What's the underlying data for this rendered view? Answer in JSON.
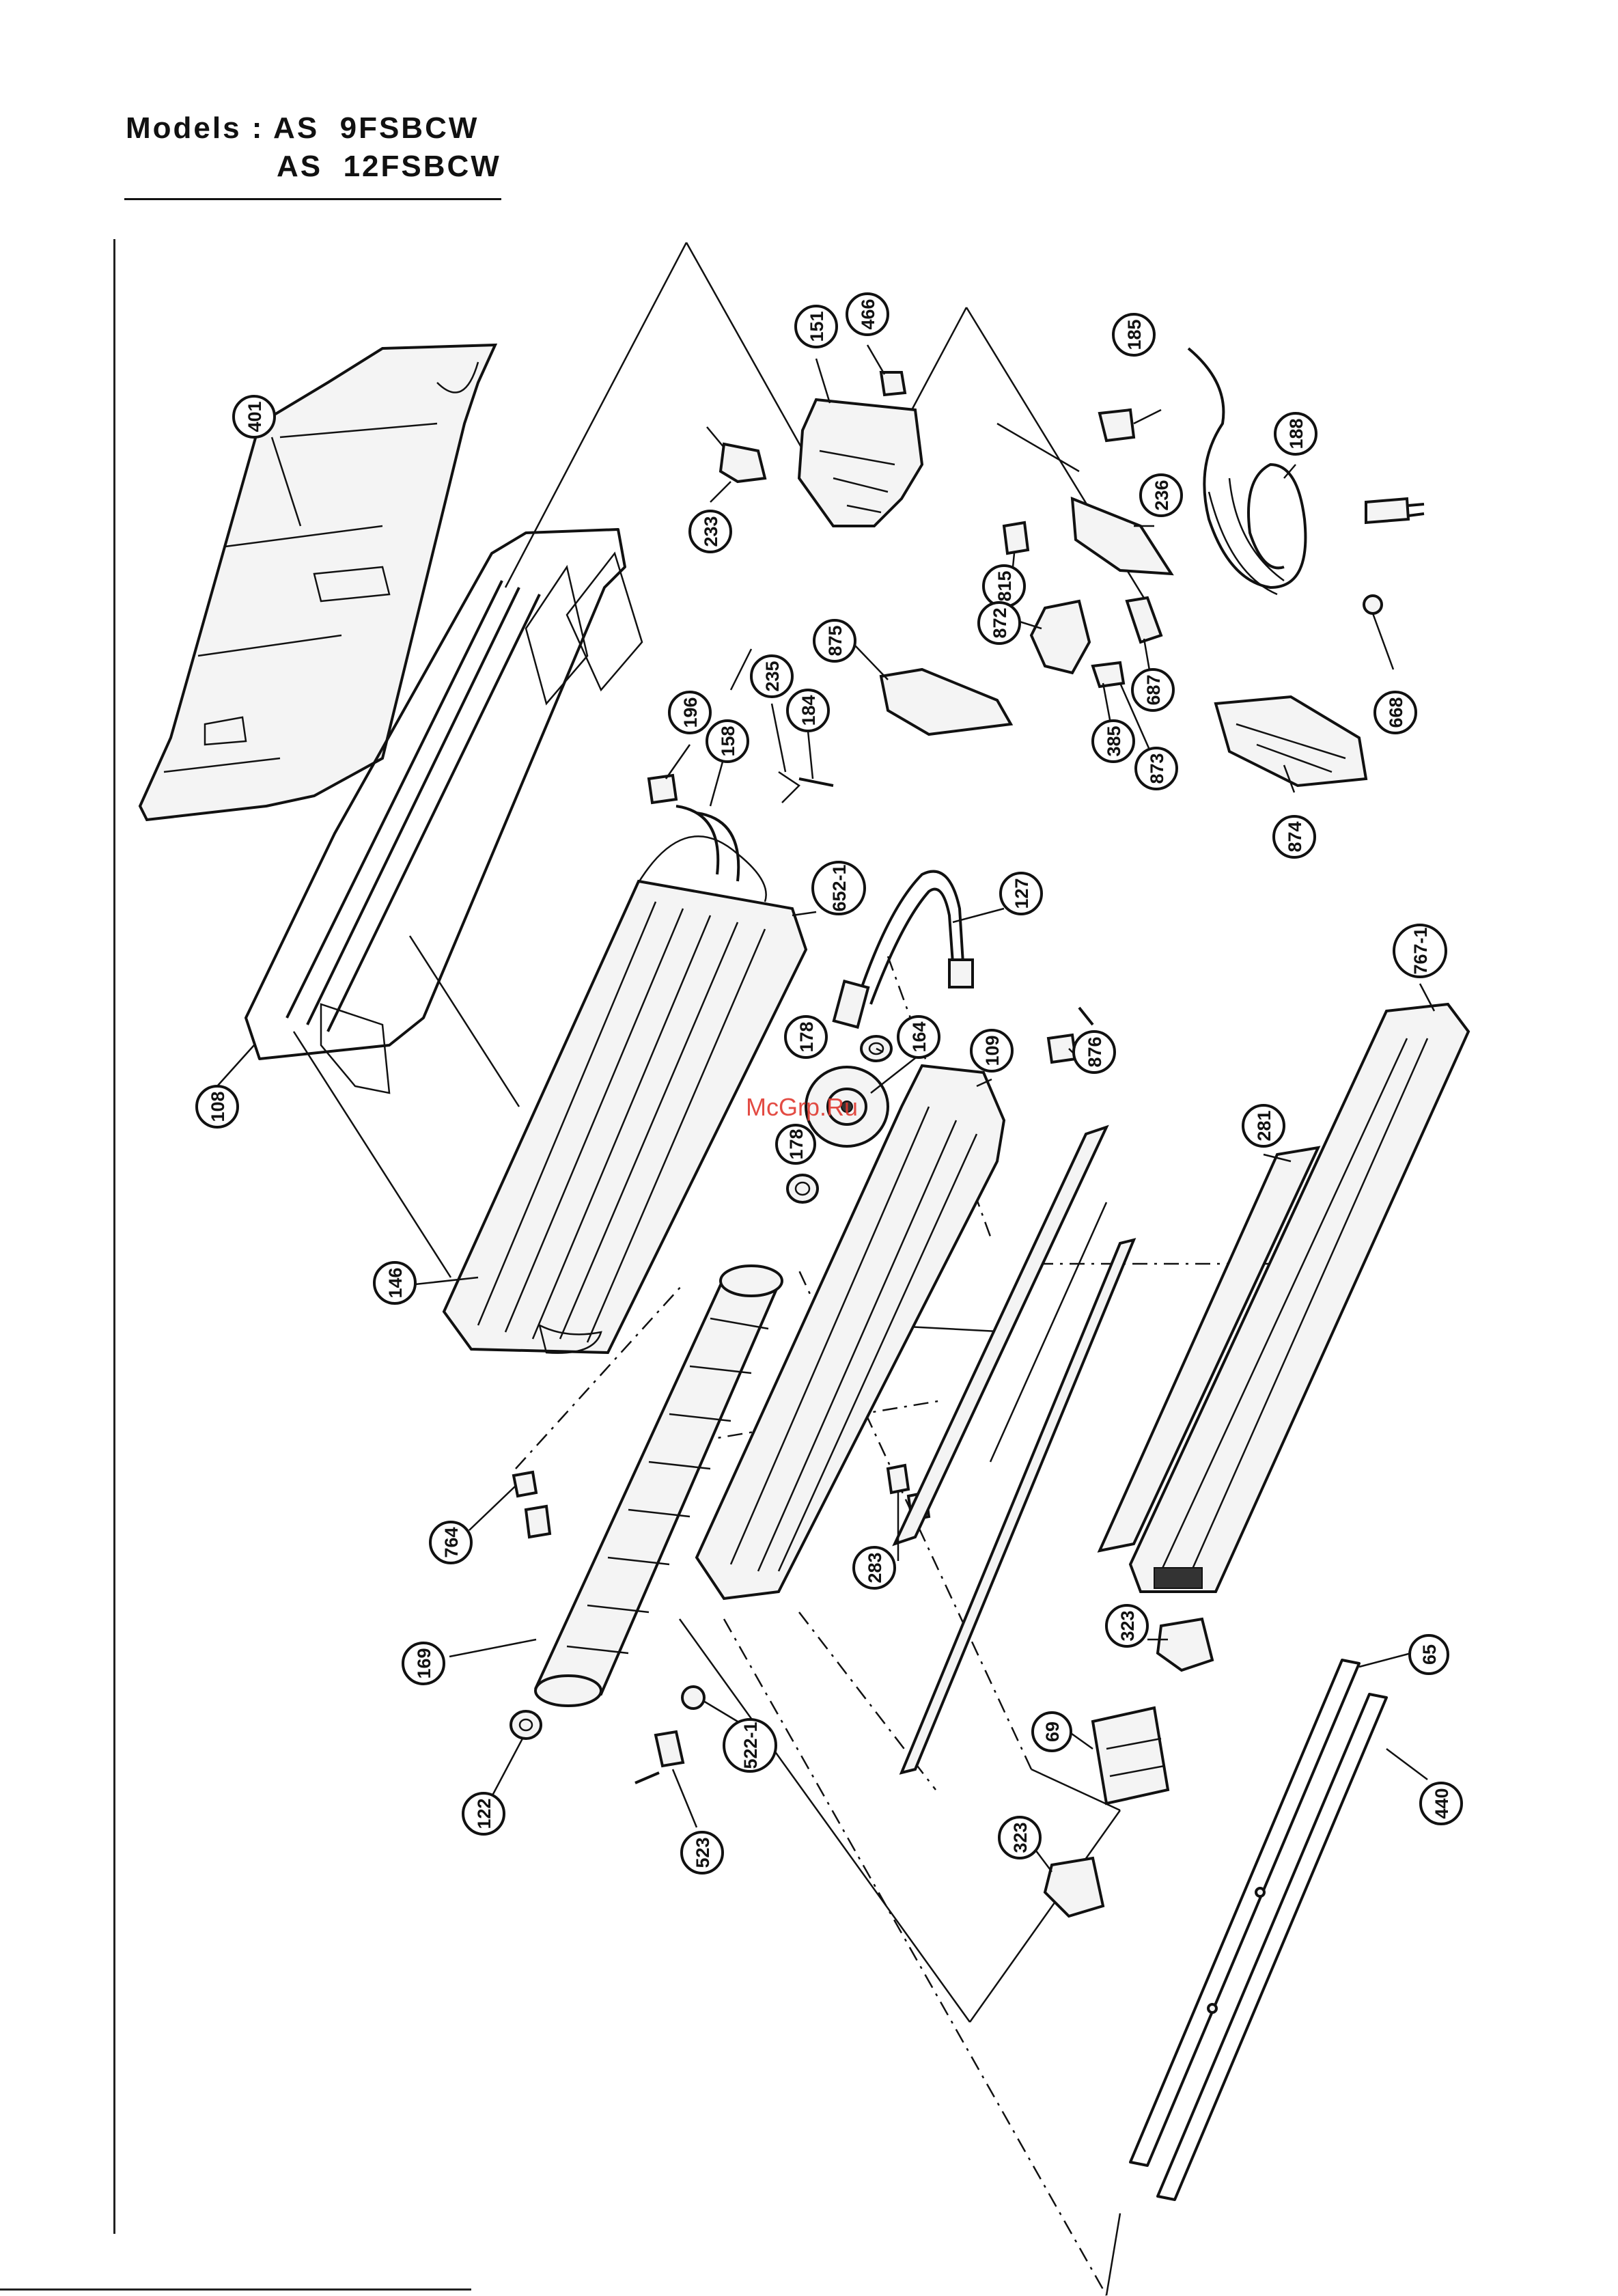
{
  "header": {
    "models_line_1": "Models : AS  9FSBCW",
    "models_line_2": "AS  12FSBCW"
  },
  "watermark": "McGrp.Ru",
  "callouts": [
    {
      "label": "401"
    },
    {
      "label": "233"
    },
    {
      "label": "151"
    },
    {
      "label": "466"
    },
    {
      "label": "185"
    },
    {
      "label": "188"
    },
    {
      "label": "236"
    },
    {
      "label": "815"
    },
    {
      "label": "872"
    },
    {
      "label": "875"
    },
    {
      "label": "687"
    },
    {
      "label": "385"
    },
    {
      "label": "873"
    },
    {
      "label": "874"
    },
    {
      "label": "668"
    },
    {
      "label": "196"
    },
    {
      "label": "158"
    },
    {
      "label": "235"
    },
    {
      "label": "184"
    },
    {
      "label": "652-1"
    },
    {
      "label": "127"
    },
    {
      "label": "178"
    },
    {
      "label": "164"
    },
    {
      "label": "109"
    },
    {
      "label": "876"
    },
    {
      "label": "108"
    },
    {
      "label": "767-1"
    },
    {
      "label": "281"
    },
    {
      "label": "178"
    },
    {
      "label": "146"
    },
    {
      "label": "764"
    },
    {
      "label": "283"
    },
    {
      "label": "169"
    },
    {
      "label": "323"
    },
    {
      "label": "65"
    },
    {
      "label": "122"
    },
    {
      "label": "522-1"
    },
    {
      "label": "69"
    },
    {
      "label": "440"
    },
    {
      "label": "523"
    },
    {
      "label": "323"
    }
  ]
}
